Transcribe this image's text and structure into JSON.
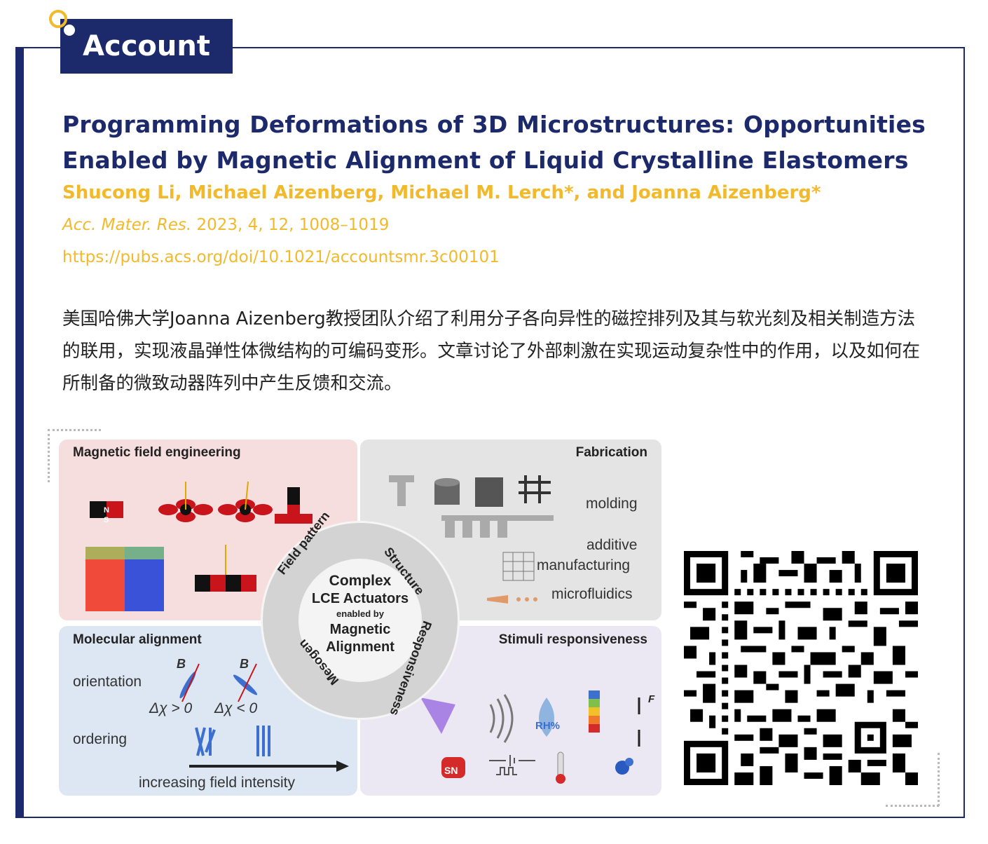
{
  "header": {
    "badge_label": "Account"
  },
  "article": {
    "title": "Programming Deformations of 3D Microstructures: Opportunities Enabled by Magnetic Alignment of Liquid Crystalline Elastomers",
    "authors": "Shucong Li, Michael Aizenberg, Michael M. Lerch*, and Joanna Aizenberg*",
    "journal": "Acc. Mater. Res.",
    "citation_details": " 2023, 4, 12, 1008–1019",
    "doi_url": "https://pubs.acs.org/doi/10.1021/accountsmr.3c00101",
    "summary": "美国哈佛大学Joanna Aizenberg教授团队介绍了利用分子各向异性的磁控排列及其与软光刻及相关制造方法的联用，实现液晶弹性体微结构的可编码变形。文章讨论了外部刺激在实现运动复杂性中的作用，以及如何在所制备的微致动器阵列中产生反馈和交流。"
  },
  "figure": {
    "panels": {
      "magnetic": "Magnetic field engineering",
      "fabrication": "Fabrication",
      "molecular": "Molecular alignment",
      "stimuli": "Stimuli responsiveness"
    },
    "fabrication_labels": [
      "molding",
      "additive",
      "manufacturing",
      "microfluidics"
    ],
    "molecular_labels": {
      "orientation": "orientation",
      "ordering": "ordering",
      "chi_positive": "Δχ > 0",
      "chi_negative": "Δχ < 0",
      "field_field": "B",
      "increasing": "increasing field intensity"
    },
    "stimuli_labels": {
      "humidity": "RH%",
      "magnet": "SN",
      "force": "F"
    },
    "magnet_labels": {
      "n": "N",
      "s": "S"
    },
    "center": {
      "line1": "Complex",
      "line2": "LCE Actuators",
      "line3": "enabled by",
      "line4": "Magnetic",
      "line5": "Alignment"
    },
    "ring_words": {
      "field_pattern": "Field pattern",
      "structure": "Structure",
      "responsiveness": "Responsiveness",
      "mesogen": "Mesogen"
    }
  },
  "colors": {
    "navy": "#1c2a6b",
    "gold": "#f2b92b",
    "text": "#222222"
  }
}
